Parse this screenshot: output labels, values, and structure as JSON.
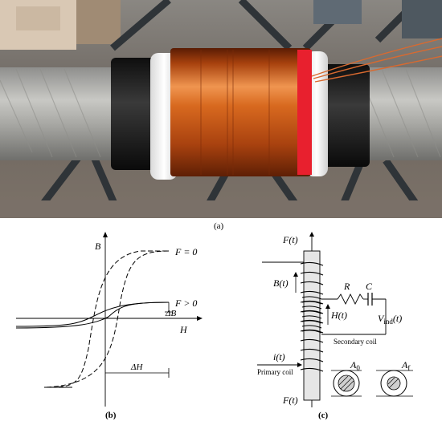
{
  "captions": {
    "a": "(a)",
    "b": "(b)",
    "c": "(c)"
  },
  "hysteresis": {
    "y_axis": "B",
    "x_axis": "H",
    "curve_f0": "F = 0",
    "curve_fpos": "F > 0",
    "delta_b": "ΔB",
    "delta_h": "ΔH"
  },
  "schematic": {
    "force_top": "F(t)",
    "force_bottom": "F(t)",
    "b_label": "B(t)",
    "h_label": "H(t)",
    "i_label": "i(t)",
    "r_label": "R",
    "c_label": "C",
    "v_label": "V",
    "v_sub": "ind",
    "v_suffix": "(t)",
    "secondary_coil": "Secondary coil",
    "primary_coil": "Primary coil",
    "area_0": "A",
    "area_0_sub": "0",
    "area_f": "A",
    "area_f_sub": "f"
  },
  "colors": {
    "copper": "#c0581a",
    "copper_dark": "#7a2a08",
    "copper_light": "#f09550",
    "rubber": "#1c1c1c",
    "clamp": "#f2f2f2",
    "cable": "#a4a4a2",
    "frame": "#3a3f44",
    "floor": "#7a7068",
    "red_band": "#e8202e"
  }
}
